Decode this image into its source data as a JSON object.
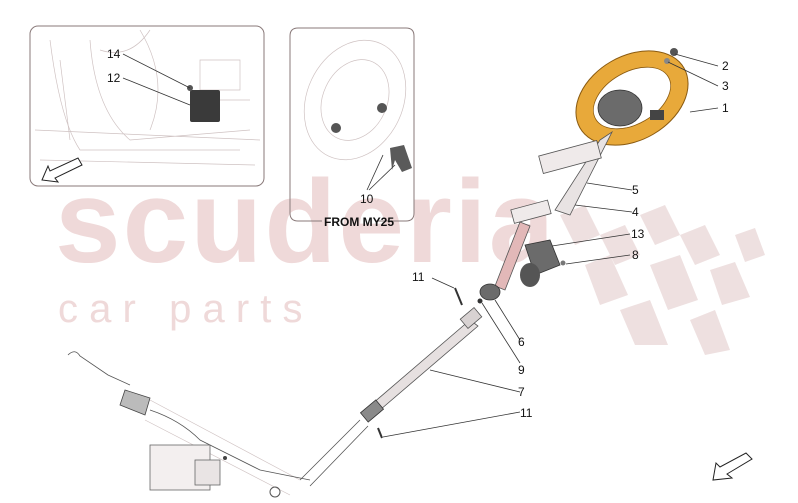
{
  "diagram": {
    "type": "exploded parts diagram",
    "subject": "steering column assembly",
    "watermark": {
      "main": "scuderia",
      "sub": "c a r   p a r t s",
      "color": "#efd9d9"
    },
    "inset_left": {
      "labels": [
        "14",
        "12"
      ]
    },
    "inset_center": {
      "caption": "FROM MY25",
      "labels": [
        "10"
      ]
    },
    "callouts": [
      {
        "id": "c1",
        "text": "1"
      },
      {
        "id": "c2",
        "text": "2"
      },
      {
        "id": "c3",
        "text": "3"
      },
      {
        "id": "c4",
        "text": "4"
      },
      {
        "id": "c5",
        "text": "5"
      },
      {
        "id": "c6",
        "text": "6"
      },
      {
        "id": "c7",
        "text": "7"
      },
      {
        "id": "c8",
        "text": "8"
      },
      {
        "id": "c9",
        "text": "9"
      },
      {
        "id": "c11a",
        "text": "11"
      },
      {
        "id": "c11b",
        "text": "11"
      },
      {
        "id": "c13",
        "text": "13"
      }
    ],
    "colors": {
      "steering_wheel": "#e8a93a",
      "hub": "#6b6b6b",
      "frame": "#8a7a7a",
      "leader": "#333333"
    }
  }
}
